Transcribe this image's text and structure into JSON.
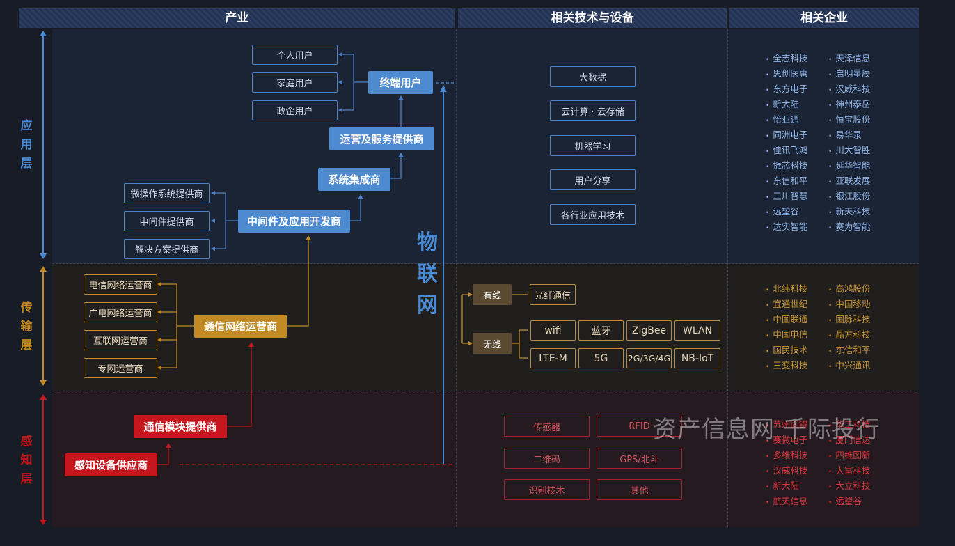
{
  "headers": {
    "industry": "产业",
    "tech": "相关技术与设备",
    "companies": "相关企业"
  },
  "layers": {
    "application": {
      "label": "应用层",
      "color": "#4b8bd3"
    },
    "transmission": {
      "label": "传输层",
      "color": "#c28a24"
    },
    "sensing": {
      "label": "感知层",
      "color": "#c4161c"
    }
  },
  "center_label": "物联网",
  "application": {
    "end_user": "终端用户",
    "users": [
      "个人用户",
      "家庭用户",
      "政企用户"
    ],
    "ops": "运营及服务提供商",
    "integrator": "系统集成商",
    "middleware": "中间件及应用开发商",
    "middleware_subs": [
      "微操作系统提供商",
      "中间件提供商",
      "解决方案提供商"
    ],
    "tech": [
      "大数据",
      "云计算 · 云存储",
      "机器学习",
      "用户分享",
      "各行业应用技术"
    ],
    "companies_col1": [
      "全志科技",
      "思创医惠",
      "东方电子",
      "新大陆",
      "怡亚通",
      "同洲电子",
      "佳讯飞鸿",
      "振芯科技",
      "东信和平",
      "三川智慧",
      "远望谷",
      "达实智能"
    ],
    "companies_col2": [
      "天泽信息",
      "启明星辰",
      "汉威科技",
      "神州泰岳",
      "恒宝股份",
      "易华录",
      "川大智胜",
      "延华智能",
      "亚联发展",
      "银江股份",
      "新天科技",
      "赛为智能"
    ]
  },
  "transmission": {
    "operator": "通信网络运营商",
    "subs": [
      "电信网络运营商",
      "广电网络运营商",
      "互联网运营商",
      "专网运营商"
    ],
    "wired": "有线",
    "wired_tech": "光纤通信",
    "wireless": "无线",
    "wireless_tech": [
      "wifi",
      "蓝牙",
      "ZigBee",
      "WLAN",
      "LTE-M",
      "5G",
      "2G/3G/4G",
      "NB-IoT"
    ],
    "companies_col1": [
      "北纬科技",
      "宜通世纪",
      "中国联通",
      "中国电信",
      "国民技术",
      "三变科技"
    ],
    "companies_col2": [
      "高鸿股份",
      "中国移动",
      "国脉科技",
      "晶方科技",
      "东信和平",
      "中兴通讯"
    ],
    "ellipsis": "···"
  },
  "sensing": {
    "module": "通信模块提供商",
    "device": "感知设备供应商",
    "tech": [
      "传感器",
      "RFID",
      "二维码",
      "GPS/北斗",
      "识别技术",
      "其他"
    ],
    "companies_col1": [
      "苏州固锝",
      "赛微电子",
      "多维科技",
      "汉威科技",
      "新大陆",
      "航天信息"
    ],
    "companies_col2": [
      "华工科技",
      "厦门信达",
      "四维图新",
      "大富科技",
      "大立科技",
      "远望谷"
    ],
    "ellipsis": "···"
  },
  "watermark": "资产信息网 千际投行"
}
